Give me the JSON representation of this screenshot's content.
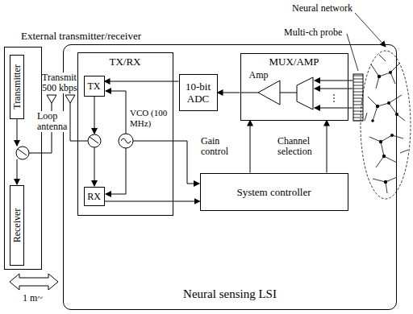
{
  "diagram": {
    "nodes": [
      {
        "text": [
          "External transmitter/receiver"
        ]
      },
      {
        "text": [
          "Transmitter"
        ],
        "in": 0
      },
      {
        "text": [
          "Receiver"
        ],
        "in": 0
      },
      {
        "text": [
          "Neural sensing LSI"
        ]
      },
      {
        "text": [
          "TX/RX"
        ],
        "in": 3
      },
      {
        "text": [
          "TX"
        ],
        "in": 4
      },
      {
        "text": [
          "RX"
        ],
        "in": 4
      },
      {
        "text": [
          "10-bit ADC"
        ],
        "in": 3
      },
      {
        "text": [
          "MUX/AMP",
          "Amp"
        ],
        "in": 3
      },
      {
        "text": [
          "System controller"
        ],
        "in": 3
      }
    ],
    "edges": [
      {
        "from": 8,
        "to": 7,
        "arrow": "to"
      },
      {
        "from": 7,
        "to": 5,
        "arrow": "to"
      },
      {
        "from": 9,
        "to": 8,
        "label": "Gain control",
        "arrow": "to"
      },
      {
        "from": 9,
        "to": 8,
        "label": "Channel selection",
        "arrow": "to"
      },
      {
        "from": 6,
        "to": 9,
        "arrow": "to"
      }
    ],
    "labels": [
      "Neural network",
      "Multi-ch probe",
      "Transmit 500 kbps",
      "Loop antenna",
      "VCO (100 MHz)",
      "1 m~"
    ]
  }
}
